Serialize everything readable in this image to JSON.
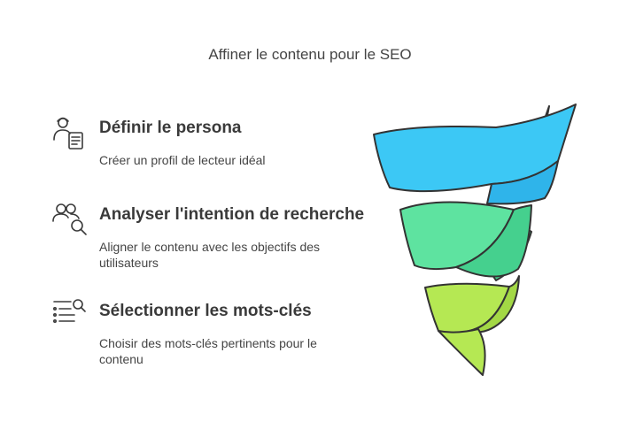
{
  "title": "Affiner le contenu pour le SEO",
  "items": [
    {
      "heading": "Définir le persona",
      "description": "Créer un profil de lecteur idéal",
      "icon": "persona-profile-icon"
    },
    {
      "heading": "Analyser l'intention de recherche",
      "description": "Aligner le contenu avec les objectifs des utilisateurs",
      "icon": "users-search-icon"
    },
    {
      "heading": "Sélectionner les mots-clés",
      "description": "Choisir des mots-clés pertinents pour le contenu",
      "icon": "list-search-icon"
    }
  ],
  "funnel": {
    "colors": {
      "top": "#3cc8f5",
      "middle": "#5ee3a0",
      "bottom": "#b5e853",
      "outline": "#333333"
    }
  }
}
